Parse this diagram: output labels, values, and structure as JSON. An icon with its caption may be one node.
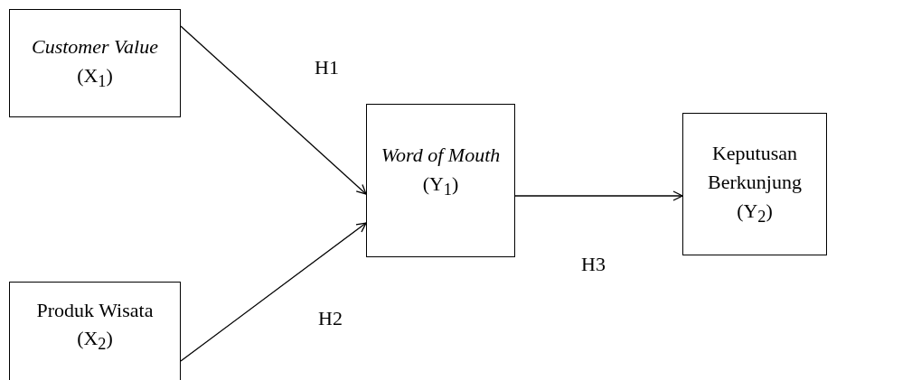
{
  "diagram": {
    "nodes": [
      {
        "text": [
          "Customer Value",
          "(X$_{1}$)"
        ]
      },
      {
        "text": [
          "Produk Wisata",
          "(X$_{2}$)"
        ]
      },
      {
        "text": [
          "Word of Mouth",
          "(Y$_{1}$)"
        ]
      },
      {
        "text": [
          "Keputusan Berkunjung",
          "(Y$_{2}$)"
        ]
      }
    ],
    "edges": [
      {
        "from": 0,
        "to": 2,
        "arrow": "to",
        "label": "H1"
      },
      {
        "from": 1,
        "to": 2,
        "arrow": "to",
        "label": "H2"
      },
      {
        "from": 2,
        "to": 3,
        "arrow": "to",
        "label": "H3"
      }
    ]
  }
}
